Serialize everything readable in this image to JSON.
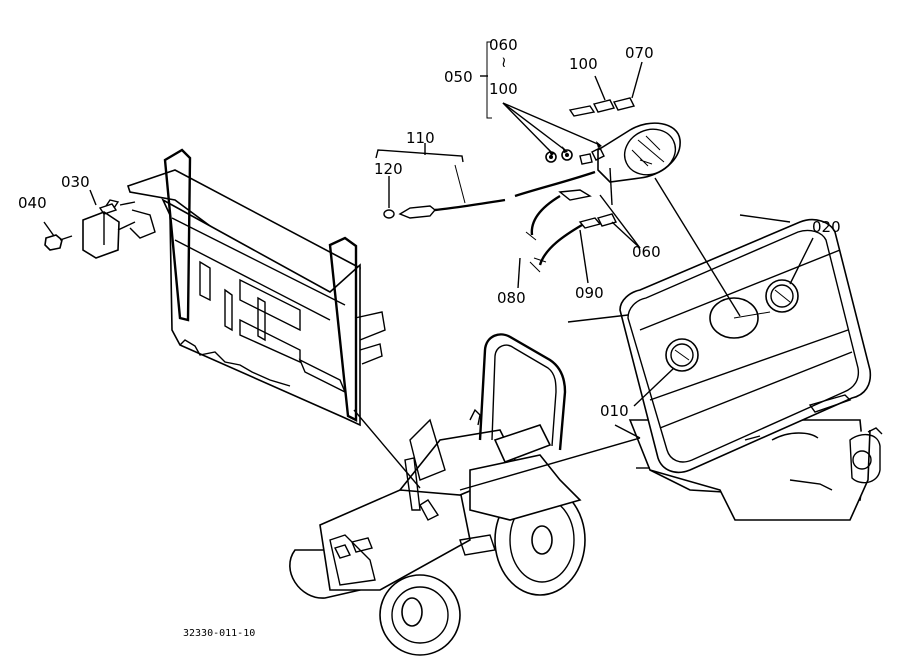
{
  "diagram": {
    "labels": {
      "p010": "010",
      "p020": "020",
      "p030": "030",
      "p040": "040",
      "p050": "050",
      "p060_top": "060",
      "p060_tilde": "≀",
      "p100_range": "100",
      "p060_bottom": "060",
      "p070": "070",
      "p080": "080",
      "p090": "090",
      "p100": "100",
      "p110": "110",
      "p120": "120"
    },
    "figure_code": "32330-011-10"
  }
}
